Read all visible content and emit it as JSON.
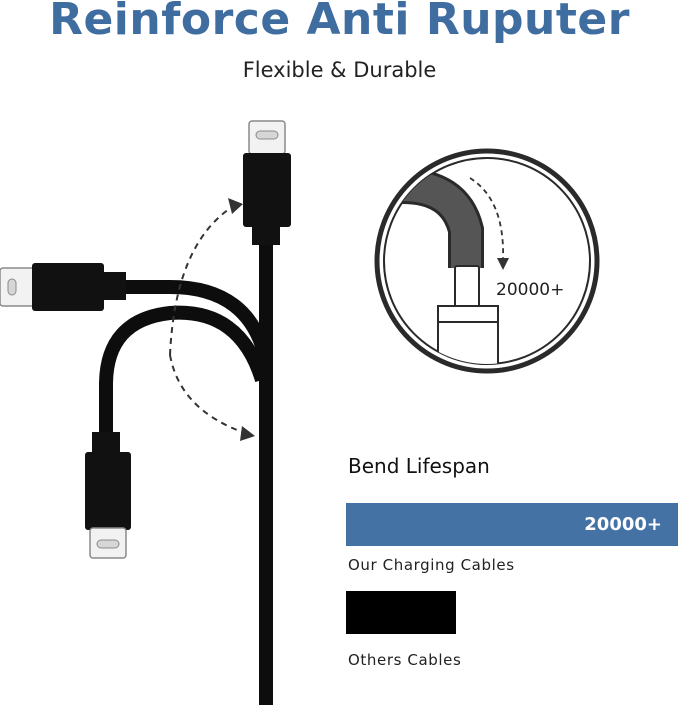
{
  "headline": "Reinforce Anti Ruputer",
  "subheadline": "Flexible & Durable",
  "detail": {
    "bend_count": "20000+"
  },
  "lifespan": {
    "title": "Bend Lifespan",
    "ours": {
      "value": "20000+",
      "label": "Our Charging Cables",
      "color": "#4472a5",
      "fill": 1.0
    },
    "others": {
      "label": "Others Cables",
      "color": "#000000",
      "fill": 0.33
    }
  },
  "colors": {
    "accent": "#3f6da0",
    "cable": "#0d0d0d"
  },
  "icons": [
    "usb-c-connector-icon",
    "curved-arrow-icon",
    "zoom-detail-circle"
  ]
}
